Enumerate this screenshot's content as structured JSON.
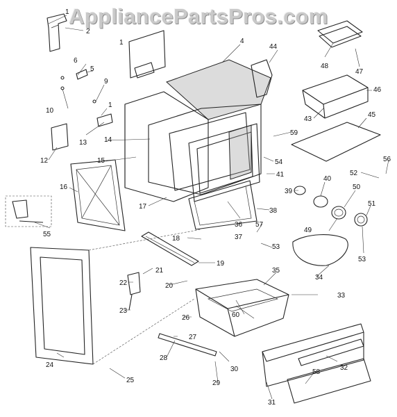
{
  "watermark": "AppliancePartsPros.com",
  "callouts": [
    "1",
    "2",
    "4",
    "44",
    "48",
    "47",
    "6",
    "5",
    "1",
    "10",
    "9",
    "1",
    "13",
    "12",
    "14",
    "15",
    "16",
    "55",
    "17",
    "43",
    "46",
    "59",
    "45",
    "54",
    "41",
    "52",
    "56",
    "39",
    "40",
    "50",
    "51",
    "49",
    "53",
    "38",
    "36",
    "37",
    "57",
    "53",
    "18",
    "19",
    "21",
    "22",
    "20",
    "23",
    "34",
    "35",
    "33",
    "26",
    "60",
    "27",
    "28",
    "30",
    "29",
    "32",
    "24",
    "25",
    "31",
    "58"
  ]
}
